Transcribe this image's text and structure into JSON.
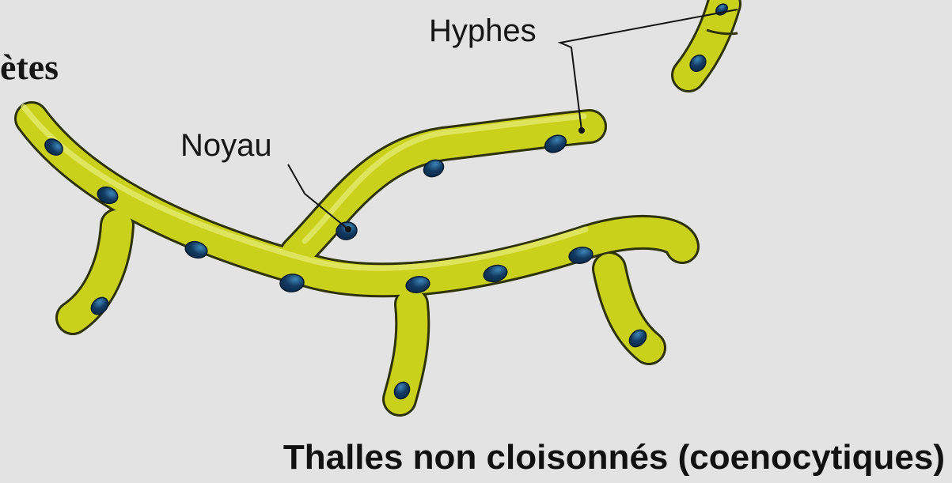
{
  "labels": {
    "hyphes": "Hyphes",
    "noyau": "Noyau",
    "title_fragment": "ètes",
    "caption": "Thalles non cloisonnés (coenocytiques)"
  },
  "colors": {
    "background": "#e3e3e3",
    "hypha_fill": "#c9d11b",
    "hypha_outline": "#2f3208",
    "hypha_highlight": "#e6ec74",
    "nucleus": "#0c2b4b",
    "nucleus_highlight": "#3d86b8",
    "leader_line": "#141414"
  }
}
